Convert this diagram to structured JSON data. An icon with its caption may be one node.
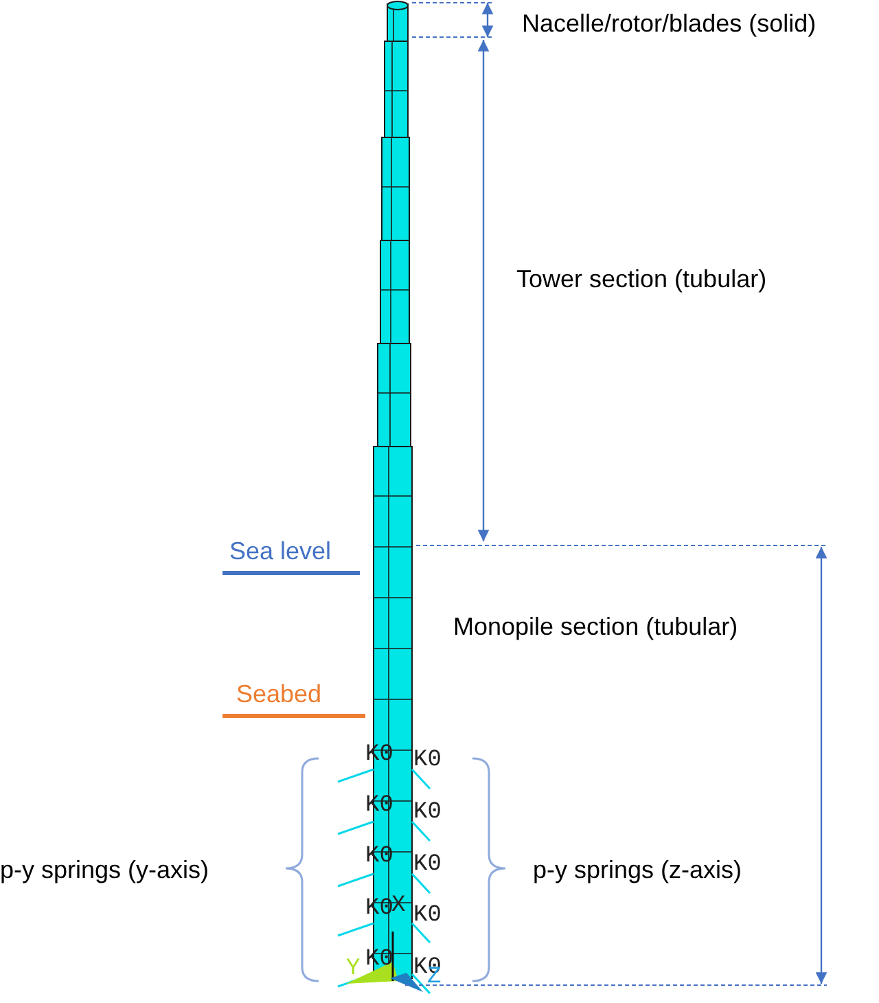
{
  "diagram": {
    "labels": [
      "Nacelle/rotor/blades (solid)",
      "Tower section (tubular)",
      "Sea level",
      "Monopile section (tubular)",
      "Seabed",
      "p-y springs (y-axis)",
      "p-y springs (z-axis)",
      "K0",
      "K0",
      "K0",
      "K0",
      "K0",
      "K0",
      "K0",
      "X",
      "K0",
      "K0",
      "Y",
      "K0",
      "Z"
    ]
  }
}
